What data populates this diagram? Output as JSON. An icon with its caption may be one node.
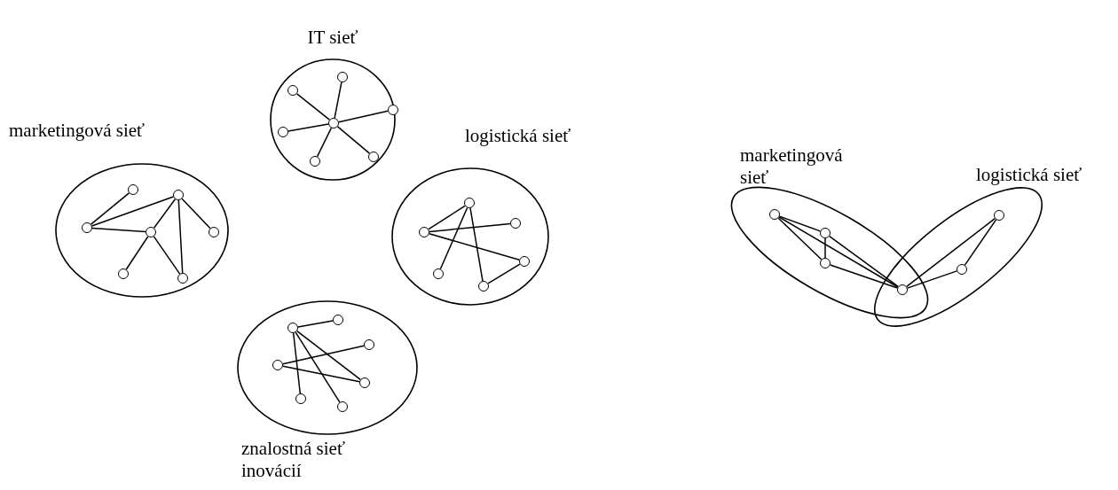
{
  "diagram": {
    "nodes": [
      {
        "text": [
          "IT sieť"
        ]
      },
      {
        "text": [],
        "shape": "circle",
        "in": 0
      },
      {
        "text": [],
        "shape": "circle",
        "in": 0
      },
      {
        "text": [],
        "shape": "circle",
        "in": 0
      },
      {
        "text": [],
        "shape": "circle",
        "in": 0
      },
      {
        "text": [],
        "shape": "circle",
        "in": 0
      },
      {
        "text": [],
        "shape": "circle",
        "in": 0
      },
      {
        "text": [],
        "shape": "circle",
        "in": 0
      },
      {
        "text": [
          "marketingová sieť"
        ]
      },
      {
        "text": [],
        "shape": "circle",
        "in": 8
      },
      {
        "text": [],
        "shape": "circle",
        "in": 8
      },
      {
        "text": [],
        "shape": "circle",
        "in": 8
      },
      {
        "text": [],
        "shape": "circle",
        "in": 8
      },
      {
        "text": [],
        "shape": "circle",
        "in": 8
      },
      {
        "text": [],
        "shape": "circle",
        "in": 8
      },
      {
        "text": [],
        "shape": "circle",
        "in": 8
      },
      {
        "text": [
          "logistická sieť"
        ]
      },
      {
        "text": [],
        "shape": "circle",
        "in": 16
      },
      {
        "text": [],
        "shape": "circle",
        "in": 16
      },
      {
        "text": [],
        "shape": "circle",
        "in": 16
      },
      {
        "text": [],
        "shape": "circle",
        "in": 16
      },
      {
        "text": [],
        "shape": "circle",
        "in": 16
      },
      {
        "text": [],
        "shape": "circle",
        "in": 16
      },
      {
        "text": [
          "znalostná sieť inovácií"
        ]
      },
      {
        "text": [],
        "shape": "circle",
        "in": 23
      },
      {
        "text": [],
        "shape": "circle",
        "in": 23
      },
      {
        "text": [],
        "shape": "circle",
        "in": 23
      },
      {
        "text": [],
        "shape": "circle",
        "in": 23
      },
      {
        "text": [],
        "shape": "circle",
        "in": 23
      },
      {
        "text": [],
        "shape": "circle",
        "in": 23
      },
      {
        "text": [],
        "shape": "circle",
        "in": 23
      },
      {
        "text": [
          "marketingová sieť"
        ]
      },
      {
        "text": [],
        "shape": "circle",
        "in": 31
      },
      {
        "text": [],
        "shape": "circle",
        "in": 31
      },
      {
        "text": [],
        "shape": "circle",
        "in": 31
      },
      {
        "text": [
          "logistická sieť"
        ]
      },
      {
        "text": [],
        "shape": "circle",
        "in": 35
      },
      {
        "text": [],
        "shape": "circle",
        "in": 35
      },
      {
        "text": [],
        "shape": "circle"
      }
    ],
    "edges": [
      {
        "from": 1,
        "to": 2,
        "arrow": "none"
      },
      {
        "from": 1,
        "to": 3,
        "arrow": "none"
      },
      {
        "from": 1,
        "to": 4,
        "arrow": "none"
      },
      {
        "from": 1,
        "to": 5,
        "arrow": "none"
      },
      {
        "from": 1,
        "to": 6,
        "arrow": "none"
      },
      {
        "from": 1,
        "to": 7,
        "arrow": "none"
      },
      {
        "from": 9,
        "to": 10,
        "arrow": "none"
      },
      {
        "from": 9,
        "to": 11,
        "arrow": "none"
      },
      {
        "from": 9,
        "to": 12,
        "arrow": "none"
      },
      {
        "from": 11,
        "to": 12,
        "arrow": "none"
      },
      {
        "from": 11,
        "to": 13,
        "arrow": "none"
      },
      {
        "from": 11,
        "to": 15,
        "arrow": "none"
      },
      {
        "from": 12,
        "to": 14,
        "arrow": "none"
      },
      {
        "from": 12,
        "to": 15,
        "arrow": "none"
      },
      {
        "from": 17,
        "to": 18,
        "arrow": "none"
      },
      {
        "from": 17,
        "to": 19,
        "arrow": "none"
      },
      {
        "from": 17,
        "to": 20,
        "arrow": "none"
      },
      {
        "from": 18,
        "to": 21,
        "arrow": "none"
      },
      {
        "from": 18,
        "to": 22,
        "arrow": "none"
      },
      {
        "from": 22,
        "to": 20,
        "arrow": "none"
      },
      {
        "from": 24,
        "to": 25,
        "arrow": "none"
      },
      {
        "from": 24,
        "to": 28,
        "arrow": "none"
      },
      {
        "from": 24,
        "to": 29,
        "arrow": "none"
      },
      {
        "from": 24,
        "to": 30,
        "arrow": "none"
      },
      {
        "from": 27,
        "to": 26,
        "arrow": "none"
      },
      {
        "from": 27,
        "to": 28,
        "arrow": "none"
      },
      {
        "from": 32,
        "to": 33,
        "arrow": "none"
      },
      {
        "from": 32,
        "to": 34,
        "arrow": "none"
      },
      {
        "from": 32,
        "to": 38,
        "arrow": "none"
      },
      {
        "from": 33,
        "to": 34,
        "arrow": "none"
      },
      {
        "from": 33,
        "to": 38,
        "arrow": "none"
      },
      {
        "from": 34,
        "to": 38,
        "arrow": "none"
      },
      {
        "from": 36,
        "to": 38,
        "arrow": "none"
      },
      {
        "from": 36,
        "to": 37,
        "arrow": "none"
      },
      {
        "from": 37,
        "to": 38,
        "arrow": "none"
      }
    ]
  }
}
